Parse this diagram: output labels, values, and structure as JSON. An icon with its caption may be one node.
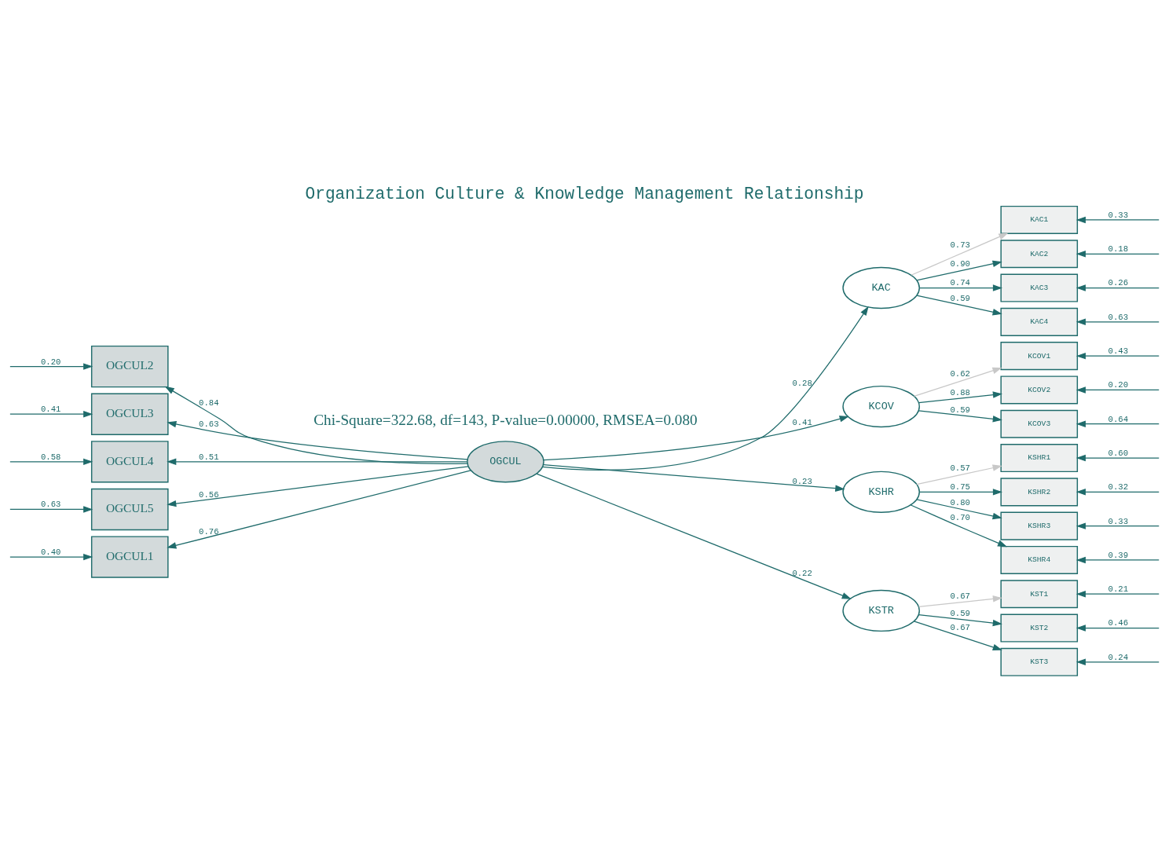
{
  "diagram": {
    "title": "Organization Culture & Knowledge Management Relationship",
    "caption": "Chi-Square=322.68, df=143, P-value=0.00000, RMSEA=0.080",
    "nodes": [
      {
        "text": [
          "OGCUL1"
        ]
      },
      {
        "text": [
          "OGCUL2"
        ]
      },
      {
        "text": [
          "OGCUL3"
        ]
      },
      {
        "text": [
          "OGCUL4"
        ]
      },
      {
        "text": [
          "OGCUL5"
        ]
      },
      {
        "text": [
          "OGCUL"
        ]
      },
      {
        "text": [
          "KAC"
        ]
      },
      {
        "text": [
          "KCOV"
        ]
      },
      {
        "text": [
          "KSHR"
        ]
      },
      {
        "text": [
          "KSTR"
        ]
      },
      {
        "text": [
          "KAC1"
        ]
      },
      {
        "text": [
          "KAC2"
        ]
      },
      {
        "text": [
          "KAC3"
        ]
      },
      {
        "text": [
          "KAC4"
        ]
      },
      {
        "text": [
          "KCOV1"
        ]
      },
      {
        "text": [
          "KCOV2"
        ]
      },
      {
        "text": [
          "KCOV3"
        ]
      },
      {
        "text": [
          "KSHR1"
        ]
      },
      {
        "text": [
          "KSHR2"
        ]
      },
      {
        "text": [
          "KSHR3"
        ]
      },
      {
        "text": [
          "KSHR4"
        ]
      },
      {
        "text": [
          "KST1"
        ]
      },
      {
        "text": [
          "KST2"
        ]
      },
      {
        "text": [
          "KST3"
        ]
      }
    ],
    "edges": [
      {
        "from": null,
        "to": 0,
        "arrow": "to",
        "label": "0.40"
      },
      {
        "from": null,
        "to": 1,
        "arrow": "to",
        "label": "0.20"
      },
      {
        "from": null,
        "to": 2,
        "arrow": "to",
        "label": "0.41"
      },
      {
        "from": null,
        "to": 3,
        "arrow": "to",
        "label": "0.58"
      },
      {
        "from": null,
        "to": 4,
        "arrow": "to",
        "label": "0.63"
      },
      {
        "from": 5,
        "to": 0,
        "arrow": "to",
        "label": "0.76"
      },
      {
        "from": 5,
        "to": 1,
        "arrow": "to",
        "label": "0.84"
      },
      {
        "from": 5,
        "to": 2,
        "arrow": "to",
        "label": "0.63"
      },
      {
        "from": 5,
        "to": 3,
        "arrow": "to",
        "label": "0.51"
      },
      {
        "from": 5,
        "to": 4,
        "arrow": "to",
        "label": "0.56"
      },
      {
        "from": 5,
        "to": 6,
        "arrow": "to",
        "label": "0.28"
      },
      {
        "from": 5,
        "to": 7,
        "arrow": "to",
        "label": "0.41"
      },
      {
        "from": 5,
        "to": 8,
        "arrow": "to",
        "label": "0.23"
      },
      {
        "from": 5,
        "to": 9,
        "arrow": "to",
        "label": "0.22"
      },
      {
        "from": 6,
        "to": 10,
        "arrow": "to",
        "label": "0.73",
        "color": "#c8c8c8"
      },
      {
        "from": 6,
        "to": 11,
        "arrow": "to",
        "label": "0.90"
      },
      {
        "from": 6,
        "to": 12,
        "arrow": "to",
        "label": "0.74"
      },
      {
        "from": 6,
        "to": 13,
        "arrow": "to",
        "label": "0.59"
      },
      {
        "from": 7,
        "to": 14,
        "arrow": "to",
        "label": "0.62",
        "color": "#c8c8c8"
      },
      {
        "from": 7,
        "to": 15,
        "arrow": "to",
        "label": "0.88"
      },
      {
        "from": 7,
        "to": 16,
        "arrow": "to",
        "label": "0.59"
      },
      {
        "from": 8,
        "to": 17,
        "arrow": "to",
        "label": "0.57",
        "color": "#c8c8c8"
      },
      {
        "from": 8,
        "to": 18,
        "arrow": "to",
        "label": "0.75"
      },
      {
        "from": 8,
        "to": 19,
        "arrow": "to",
        "label": "0.80"
      },
      {
        "from": 8,
        "to": 20,
        "arrow": "to",
        "label": "0.70"
      },
      {
        "from": 9,
        "to": 21,
        "arrow": "to",
        "label": "0.67",
        "color": "#c8c8c8"
      },
      {
        "from": 9,
        "to": 22,
        "arrow": "to",
        "label": "0.59"
      },
      {
        "from": 9,
        "to": 23,
        "arrow": "to",
        "label": "0.67"
      },
      {
        "from": null,
        "to": 10,
        "arrow": "to",
        "label": "0.33"
      },
      {
        "from": null,
        "to": 11,
        "arrow": "to",
        "label": "0.18"
      },
      {
        "from": null,
        "to": 12,
        "arrow": "to",
        "label": "0.26"
      },
      {
        "from": null,
        "to": 13,
        "arrow": "to",
        "label": "0.63"
      },
      {
        "from": null,
        "to": 14,
        "arrow": "to",
        "label": "0.43"
      },
      {
        "from": null,
        "to": 15,
        "arrow": "to",
        "label": "0.20"
      },
      {
        "from": null,
        "to": 16,
        "arrow": "to",
        "label": "0.64"
      },
      {
        "from": null,
        "to": 17,
        "arrow": "to",
        "label": "0.60"
      },
      {
        "from": null,
        "to": 18,
        "arrow": "to",
        "label": "0.32"
      },
      {
        "from": null,
        "to": 19,
        "arrow": "to",
        "label": "0.33"
      },
      {
        "from": null,
        "to": 20,
        "arrow": "to",
        "label": "0.39"
      },
      {
        "from": null,
        "to": 21,
        "arrow": "to",
        "label": "0.21"
      },
      {
        "from": null,
        "to": 22,
        "arrow": "to",
        "label": "0.46"
      },
      {
        "from": null,
        "to": 23,
        "arrow": "to",
        "label": "0.24"
      }
    ]
  }
}
